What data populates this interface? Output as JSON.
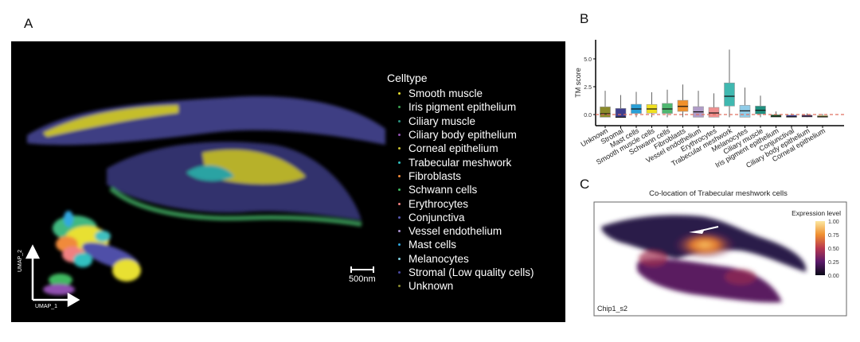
{
  "panels": {
    "a": "A",
    "b": "B",
    "c": "C"
  },
  "panel_a": {
    "legend_title": "Celltype",
    "legend": [
      {
        "label": "Smooth muscle",
        "color": "#e8e030"
      },
      {
        "label": "Iris pigment epithelium",
        "color": "#3aa050"
      },
      {
        "label": "Ciliary muscle",
        "color": "#2a9080"
      },
      {
        "label": "Ciliary body epithelium",
        "color": "#9050b0"
      },
      {
        "label": "Corneal epithelium",
        "color": "#c8c030"
      },
      {
        "label": "Trabecular meshwork",
        "color": "#30c0c0"
      },
      {
        "label": "Fibroblasts",
        "color": "#f08a3a"
      },
      {
        "label": "Schwann cells",
        "color": "#40b860"
      },
      {
        "label": "Erythrocytes",
        "color": "#f08080"
      },
      {
        "label": "Conjunctiva",
        "color": "#5858b0"
      },
      {
        "label": "Vessel endothelium",
        "color": "#a890d0"
      },
      {
        "label": "Mast cells",
        "color": "#30a8e0"
      },
      {
        "label": "Melanocytes",
        "color": "#80d0e0"
      },
      {
        "label": "Stromal (Low quality cells)",
        "color": "#4848a0"
      },
      {
        "label": "Unknown",
        "color": "#8a8a30"
      }
    ],
    "scale_bar_label": "500nm",
    "umap_x_label": "UMAP_1",
    "umap_y_label": "UMAP_2"
  },
  "chart_data": [
    {
      "type": "box",
      "ylabel": "TM score",
      "xlabel": "",
      "ylim": [
        -0.7,
        6.5
      ],
      "yticks": [
        "0.0",
        "2.5",
        "5.0"
      ],
      "ytick_values": [
        0,
        2.5,
        5
      ],
      "reference_line": 0,
      "categories": [
        "Unknown",
        "Stromal",
        "Mast cells",
        "Smooth muscle cells",
        "Schwann cells",
        "Fibroblasts",
        "Vessel endothelium",
        "Erythrocytes",
        "Trabecular meshwork",
        "Melanocytes",
        "Ciliary muscle",
        "Iris pigment epithelium",
        "Conjunctival",
        "Ciliary body epithelium",
        "Corneal epithelium"
      ],
      "colors": [
        "#8a8a2a",
        "#3e3e8e",
        "#2aa0d8",
        "#f0e020",
        "#50b870",
        "#f0902a",
        "#b09cc8",
        "#f09090",
        "#40b8b0",
        "#90cce8",
        "#209080",
        "#2a7a40",
        "#4848a0",
        "#8040a0",
        "#c0c030"
      ],
      "series": [
        {
          "name": "q1",
          "values": [
            -0.24,
            -0.24,
            0.1,
            0.12,
            0.1,
            0.28,
            -0.24,
            -0.24,
            0.76,
            -0.24,
            0.05,
            -0.24,
            -0.24,
            -0.22,
            -0.24
          ]
        },
        {
          "name": "median",
          "values": [
            0.07,
            -0.24,
            0.5,
            0.5,
            0.5,
            0.73,
            0.24,
            0.14,
            1.64,
            0.33,
            0.38,
            -0.15,
            -0.2,
            -0.15,
            -0.2
          ]
        },
        {
          "name": "q3",
          "values": [
            0.69,
            0.55,
            0.92,
            0.9,
            1.0,
            1.28,
            0.71,
            0.64,
            2.84,
            0.83,
            0.76,
            -0.02,
            -0.05,
            -0.05,
            -0.1
          ]
        },
        {
          "name": "whisker_low",
          "values": [
            -0.24,
            -0.24,
            -0.24,
            -0.24,
            -0.24,
            -0.24,
            -0.24,
            -0.24,
            -0.24,
            -0.24,
            -0.24,
            -0.24,
            -0.24,
            -0.24,
            -0.24
          ]
        },
        {
          "name": "whisker_high",
          "values": [
            2.13,
            1.75,
            2.04,
            2.0,
            2.23,
            2.7,
            2.13,
            1.9,
            5.83,
            2.42,
            1.7,
            0.28,
            0.1,
            0.1,
            0.05
          ]
        }
      ]
    },
    {
      "type": "heatmap",
      "title": "Co-location of Trabecular meshwork cells",
      "legend_title": "Expression level",
      "colorbar_ticks": [
        "1.00",
        "0.75",
        "0.50",
        "0.25",
        "0.00"
      ],
      "range": [
        0,
        1
      ],
      "sample_label": "Chip1_s2"
    }
  ]
}
